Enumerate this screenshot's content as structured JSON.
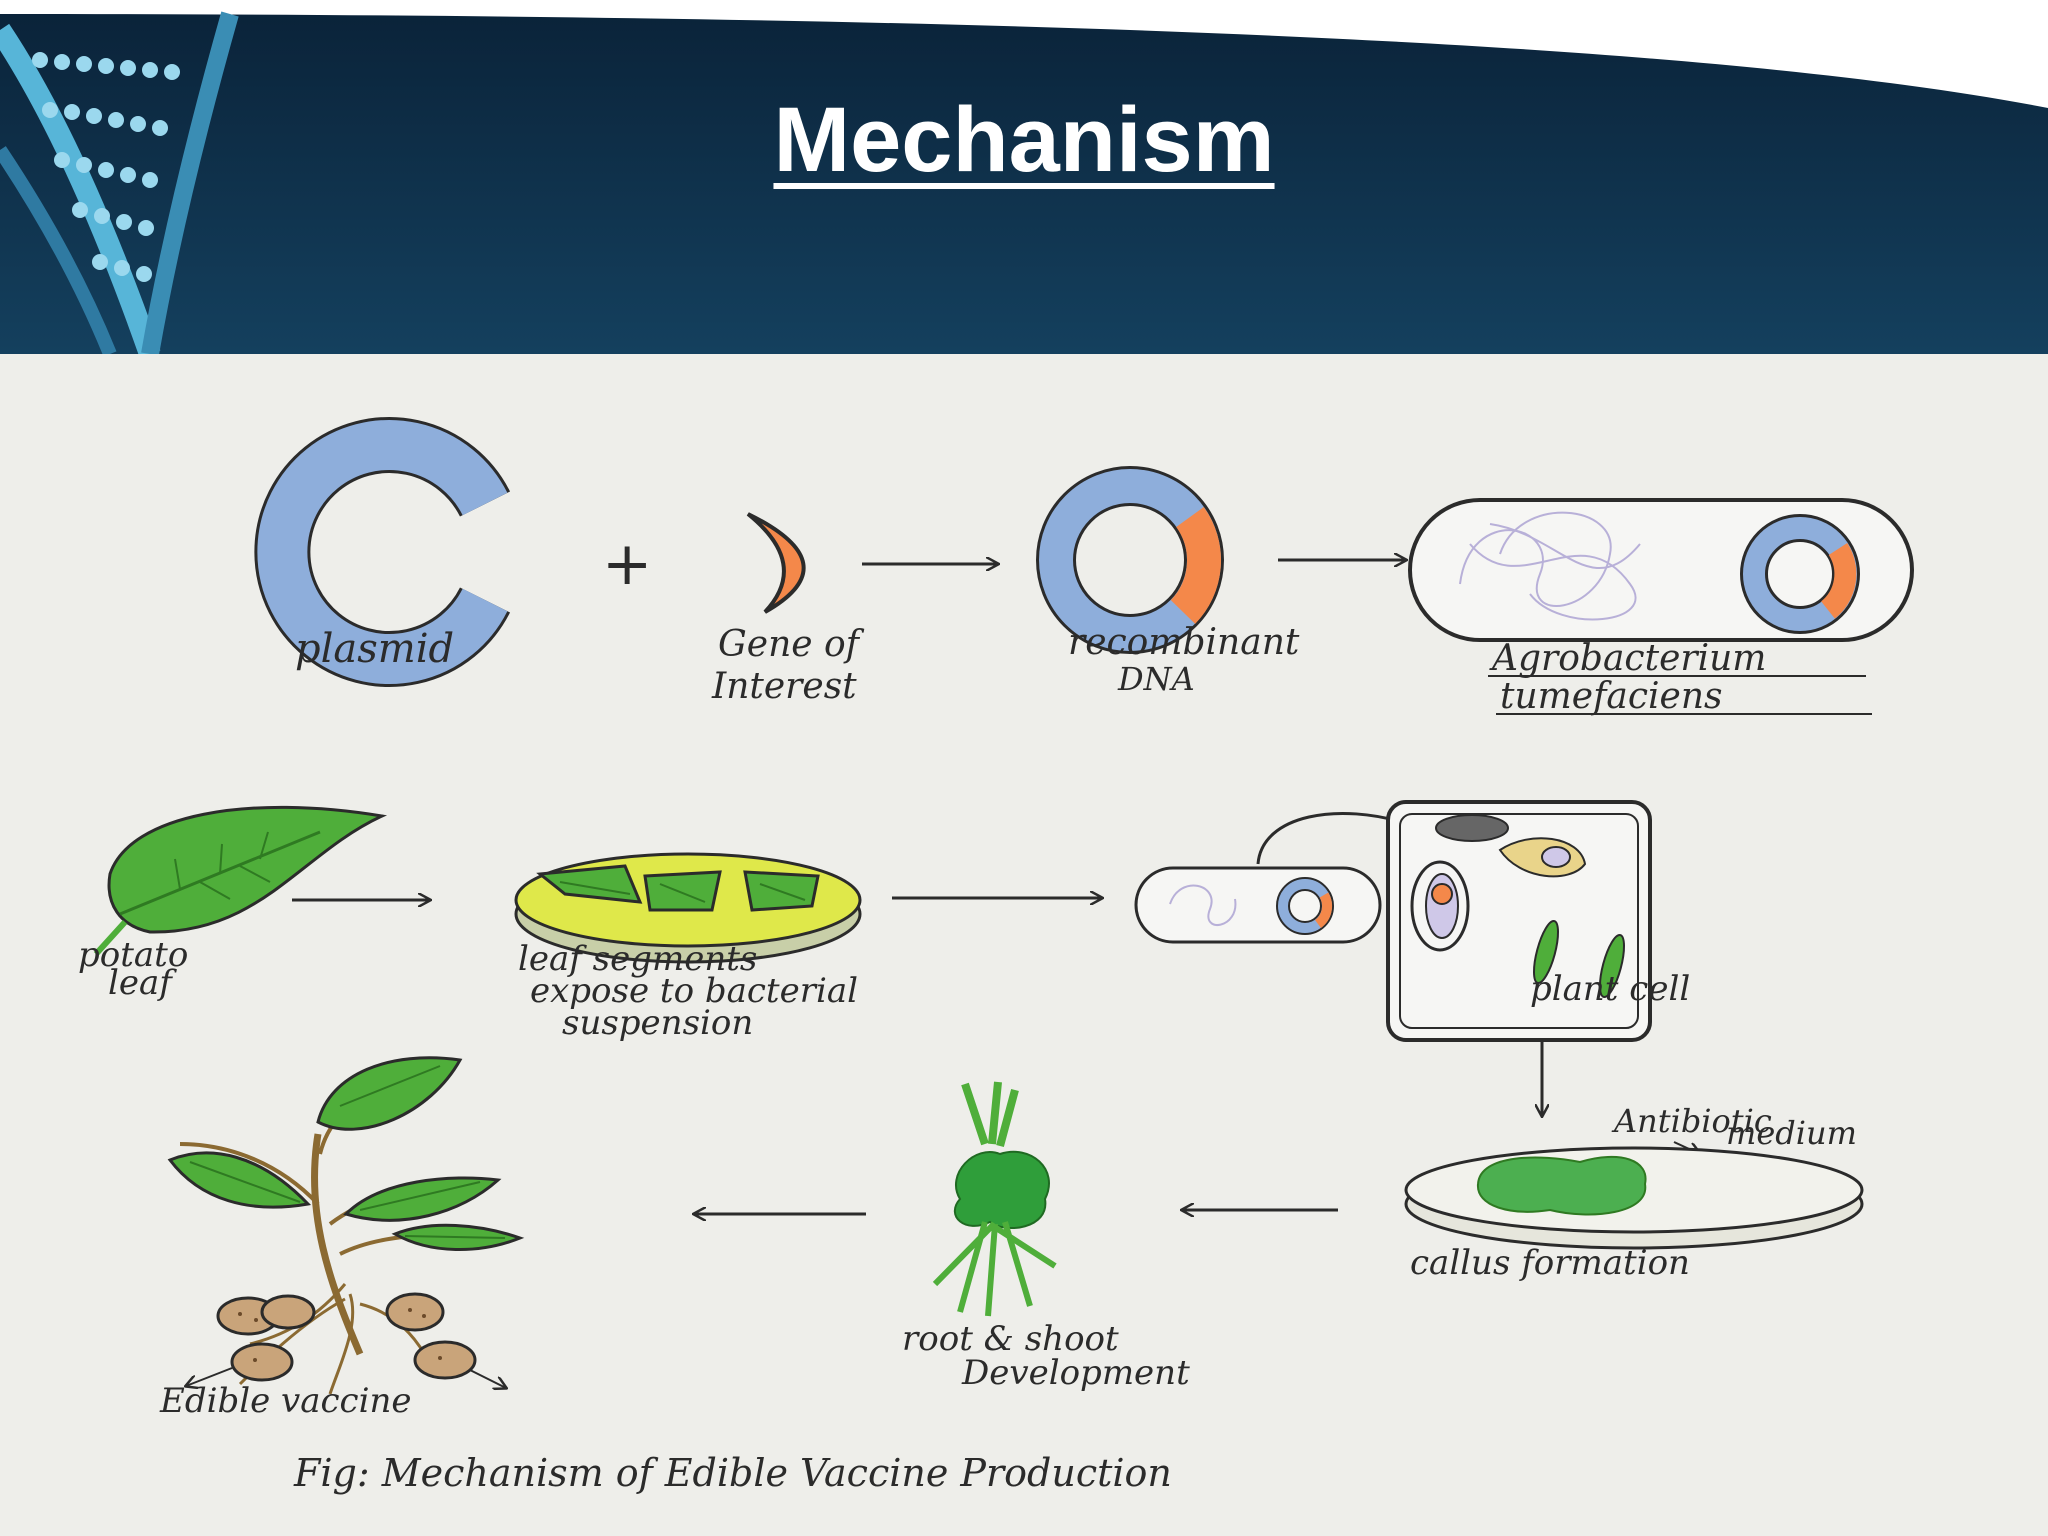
{
  "slide": {
    "title": "Mechanism"
  },
  "diagram": {
    "labels": {
      "plasmid": "plasmid",
      "gene_line1": "Gene of",
      "gene_line2": "Interest",
      "recombinant_line1": "recombinant",
      "recombinant_line2": "DNA",
      "agro_line1": "Agrobacterium",
      "agro_line2": "tumefaciens",
      "potato_line1": "potato",
      "potato_line2": "leaf",
      "segments_line1": "leaf segments",
      "segments_line2": "expose to bacterial",
      "segments_line3": "suspension",
      "plant_cell": "plant cell",
      "antibiotic_line1": "Antibiotic",
      "antibiotic_line2": "medium",
      "callus": "callus formation",
      "root_line1": "root & shoot",
      "root_line2": "Development",
      "edible": "Edible vaccine",
      "caption": "Fig: Mechanism of Edible Vaccine Production"
    },
    "colors": {
      "plasmid_blue": "#8eaedb",
      "gene_orange": "#f4884a",
      "leaf_green": "#4fae3a",
      "dish_yellow": "#dfe84a",
      "callus_green": "#4caf50",
      "tuber_brown": "#c9a47a",
      "ink": "#2b2b2b"
    }
  }
}
